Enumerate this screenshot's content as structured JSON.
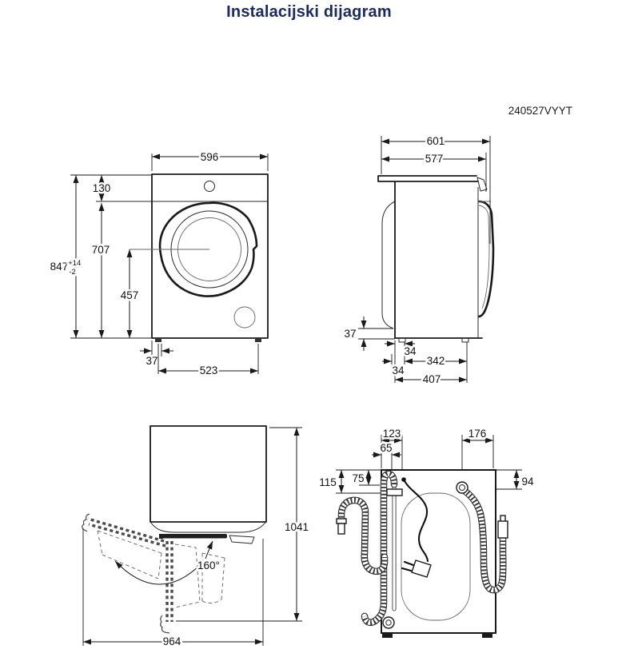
{
  "title": "Instalacijski dijagram",
  "product_code": "240527VYYT",
  "colors": {
    "title_text": "#1b2a63",
    "line_art": "#1a1a1a",
    "background": "#ffffff"
  },
  "front_view": {
    "dims": {
      "width": "596",
      "control_panel_height": "130",
      "total_height": "847",
      "total_height_tol_plus": "+14",
      "total_height_tol_minus": "-2",
      "body_height": "707",
      "door_center_height": "457",
      "foot_inset": "37",
      "feet_spacing": "523"
    }
  },
  "side_view": {
    "dims": {
      "depth_with_door": "601",
      "body_depth": "577",
      "base_height": "37",
      "rear_foot_offset": "34",
      "feet_spacing": "342",
      "rear_clearance": "34",
      "feet_total_depth": "407"
    }
  },
  "door_open_view": {
    "dims": {
      "depth_door_open": "1041",
      "door_opening_angle": "160°",
      "width_door_open": "964"
    }
  },
  "rear_view": {
    "dims": {
      "drain_hose_offset": "123",
      "power_cord_offset": "65",
      "inlet_hose_offset": "176",
      "drain_hose_drop": "115",
      "power_cord_drop": "75",
      "inlet_hose_drop": "94"
    }
  }
}
